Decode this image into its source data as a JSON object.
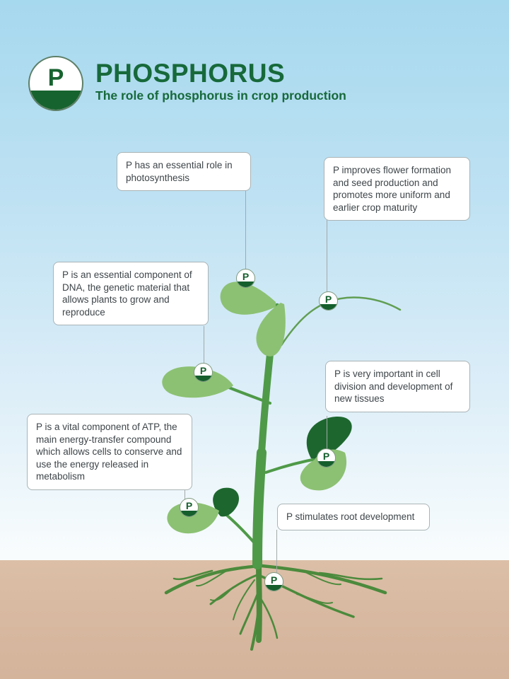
{
  "header": {
    "badge_letter": "P",
    "title": "PHOSPHORUS",
    "subtitle": "The role of phosphorus in crop production"
  },
  "marker_letter": "P",
  "callouts": [
    {
      "id": "photosynthesis",
      "text": "P has an essential role in photosynthesis"
    },
    {
      "id": "flower-formation",
      "text": "P improves flower formation and seed production and promotes more uniform and earlier crop maturity"
    },
    {
      "id": "dna",
      "text": "P is an essential component of DNA, the genetic material that allows plants to grow and reproduce"
    },
    {
      "id": "atp",
      "text": "P is a vital component of ATP, the main energy-transfer compound which allows cells to conserve and use the energy released in metabolism"
    },
    {
      "id": "cell-division",
      "text": "P is very important in cell division and development of new tissues"
    },
    {
      "id": "root-development",
      "text": "P stimulates root development"
    }
  ],
  "colors": {
    "title_green": "#17693a",
    "badge_green": "#17632f",
    "marker_green": "#155f2d",
    "stem_green": "#4f9a48",
    "light_leaf_green": "#8cc173",
    "dark_leaf_green": "#1d672e",
    "root_green": "#4b8a3c",
    "sky_top": "#a6d8ee",
    "sky_bottom": "#f9fcfd",
    "soil": "#d8b9a1",
    "callout_border": "#aab3b5",
    "callout_text": "#3e4549"
  }
}
